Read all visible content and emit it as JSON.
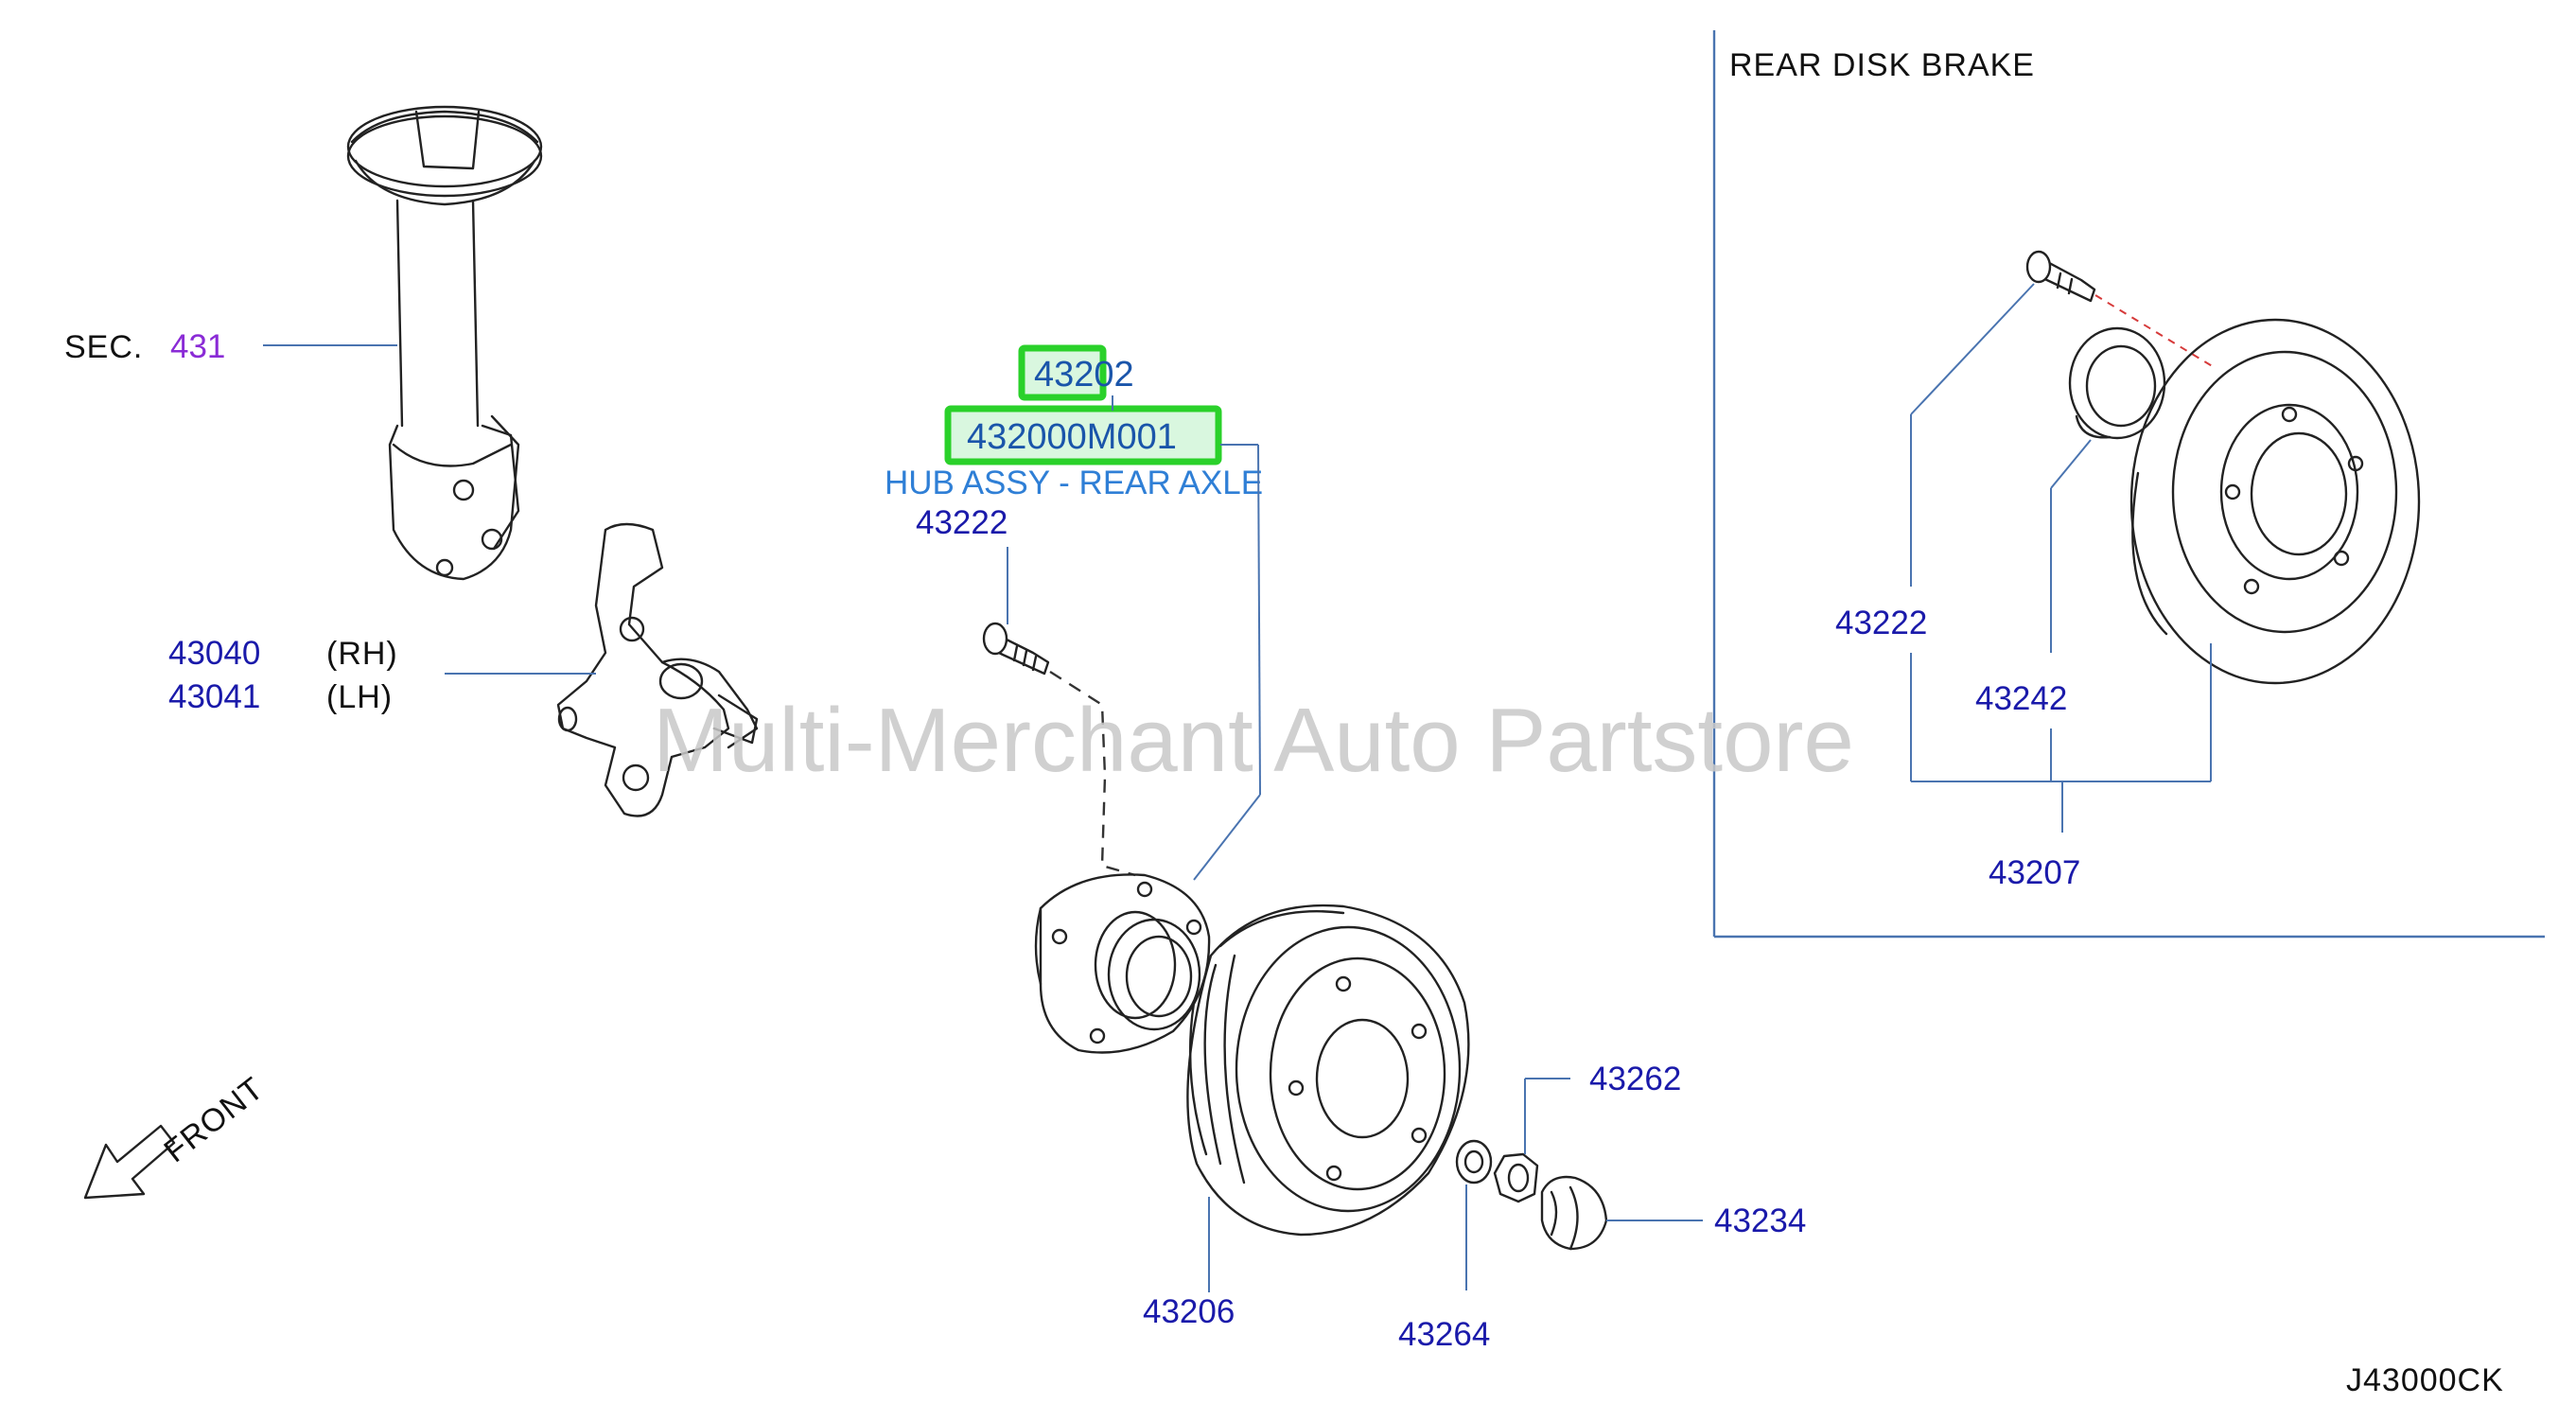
{
  "diagram": {
    "section_title": "REAR  DISK  BRAKE",
    "watermark": "Multi-Merchant Auto Partstore",
    "drawing_code": "J43000CK",
    "front_label": "FRONT",
    "sec_ref": {
      "prefix": "SEC.",
      "number": "431"
    },
    "knuckle": {
      "rh_number": "43040",
      "rh_side": "(RH)",
      "lh_number": "43041",
      "lh_side": "(LH)"
    },
    "hub": {
      "part_number": "43202",
      "assembly_number": "432000M001",
      "description": "HUB ASSY - REAR AXLE",
      "bolt_number": "43222"
    },
    "parts": {
      "drum": "43206",
      "washer": "43264",
      "nut": "43262",
      "cap": "43234"
    },
    "disk_brake": {
      "bolt": "43222",
      "seal": "43242",
      "assembly": "43207"
    },
    "colors": {
      "label_blue": "#1a1aaa",
      "description_blue": "#2f7fd6",
      "highlight_green": "#2ad12a",
      "sec_purple": "#8a2bd6",
      "leader_blue": "#4a74b0"
    }
  }
}
